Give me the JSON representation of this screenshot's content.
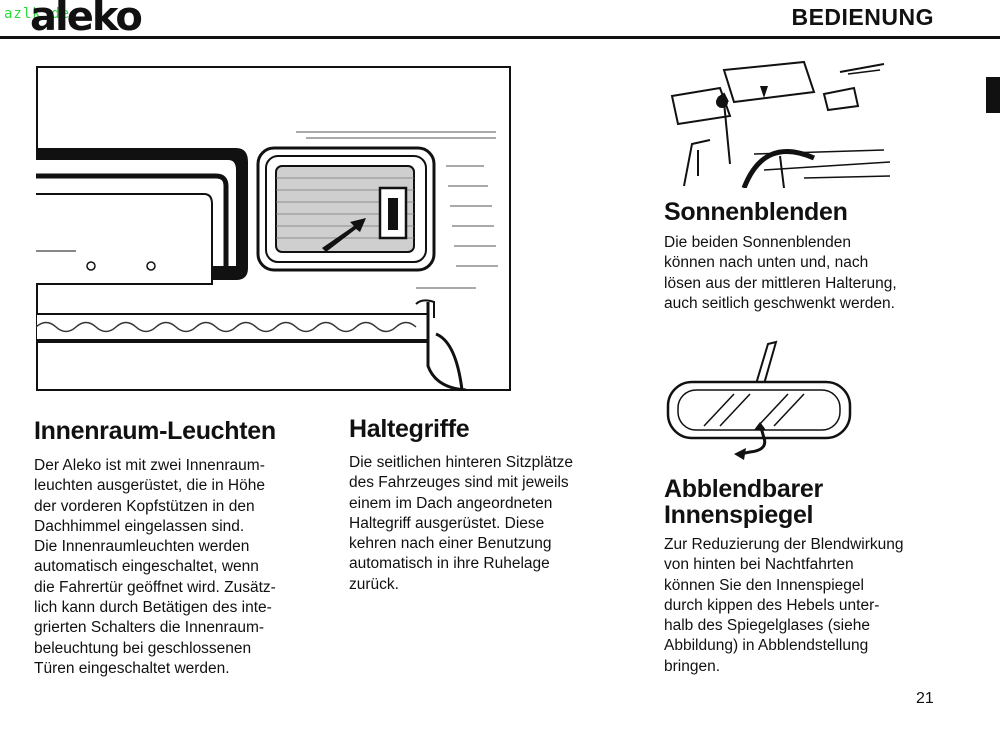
{
  "header": {
    "logo": "aleko",
    "watermark": "azlk.de",
    "section": "BEDIENUNG"
  },
  "innenraum": {
    "title": "Innenraum-Leuchten",
    "text": "Der Aleko ist mit zwei Innenraum-\nleuchten ausgerüstet, die in Höhe\nder vorderen Kopfstützen in den\nDachhimmel eingelassen sind.\nDie Innenraumleuchten werden\nautomatisch eingeschaltet, wenn\ndie Fahrertür geöffnet wird. Zusätz-\nlich kann durch Betätigen des inte-\ngrierten Schalters die Innenraum-\nbeleuchtung bei geschlossenen\nTüren eingeschaltet werden."
  },
  "haltegriffe": {
    "title": "Haltegriffe",
    "text": "Die seitlichen hinteren Sitzplätze\ndes Fahrzeuges sind mit jeweils\neinem im Dach angeordneten\nHaltegriff ausgerüstet. Diese\nkehren nach einer Benutzung\nautomatisch in ihre Ruhelage\nzurück."
  },
  "sonnenblenden": {
    "title": "Sonnenblenden",
    "text": "Die beiden Sonnenblenden\nkönnen nach unten und, nach\nlösen aus der mittleren Halterung,\nauch seitlich geschwenkt werden."
  },
  "spiegel": {
    "title_line1": "Abblendbarer",
    "title_line2": "Innenspiegel",
    "text": "Zur Reduzierung der Blendwirkung\nvon hinten bei Nachtfahrten\nkönnen Sie den Innenspiegel\ndurch kippen des Hebels unter-\nhalb des Spiegelglases (siehe\nAbbildung) in Abblendstellung\nbringen."
  },
  "page_number": "21"
}
